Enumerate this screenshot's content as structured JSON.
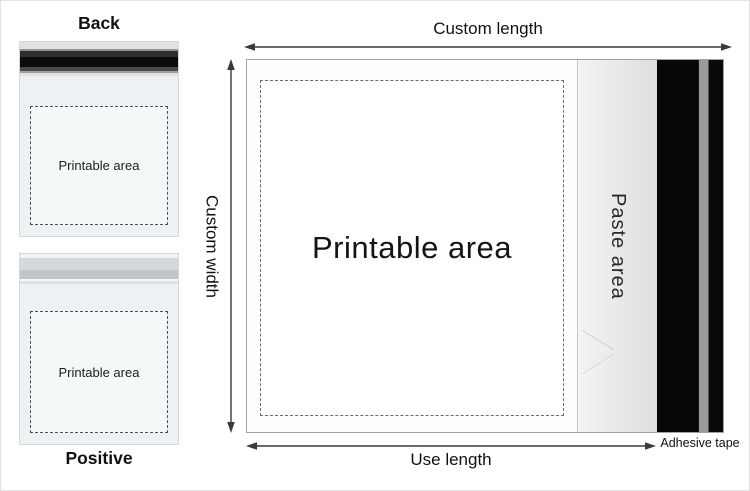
{
  "thumbnails": {
    "back": {
      "title": "Back",
      "printable_area": "Printable area"
    },
    "positive": {
      "title": "Positive",
      "printable_area": "Printable area"
    }
  },
  "diagram": {
    "custom_length": "Custom length",
    "custom_width": "Custom width",
    "printable_area": "Printable area",
    "paste_area": "Paste area",
    "use_length": "Use length",
    "adhesive_tape": "Adhesive tape"
  },
  "colors": {
    "tape_black": "#0a0a0a",
    "tape_silver": "#9a9a9a",
    "paste_strip_light": "#f4f4f4",
    "paste_strip_dark": "#dedede",
    "thumb_body": "#edf1f3",
    "outline": "#9fa4a7",
    "text": "#161616"
  }
}
